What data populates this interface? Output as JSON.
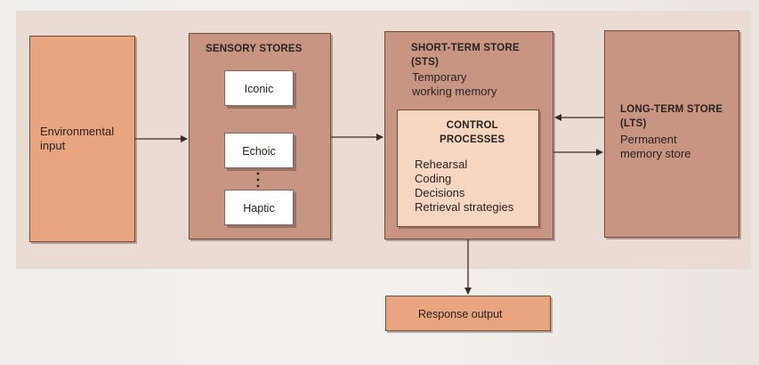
{
  "diagram": {
    "environmental_input": "Environmental input",
    "sensory_stores": {
      "title": "SENSORY STORES",
      "items": [
        "Iconic",
        "Echoic",
        "Haptic"
      ]
    },
    "short_term_store": {
      "title_line1": "SHORT-TERM STORE",
      "title_line2": "(STS)",
      "desc_line1": "Temporary",
      "desc_line2": "working memory"
    },
    "control_processes": {
      "title_line1": "CONTROL",
      "title_line2": "PROCESSES",
      "items": [
        "Rehearsal",
        "Coding",
        "Decisions",
        "Retrieval strategies"
      ]
    },
    "long_term_store": {
      "title_line1": "LONG-TERM STORE",
      "title_line2": "(LTS)",
      "desc_line1": "Permanent",
      "desc_line2": "memory store"
    },
    "response_output": "Response output"
  },
  "colors": {
    "panel": "#eadbd3",
    "dark_box": "#c99583",
    "light_box": "#e9a480",
    "control_box": "#f6d5c1",
    "arrow": "#3a2a24"
  }
}
